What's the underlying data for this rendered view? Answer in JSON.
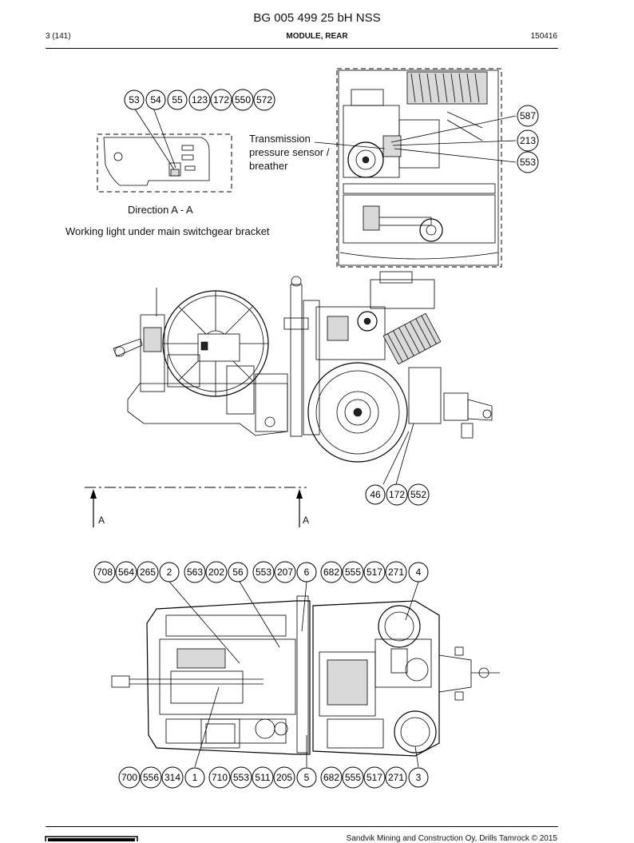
{
  "header": {
    "doc_title": "BG 005 499 25 bH NSS",
    "page": "3 (141)",
    "section": "MODULE, REAR",
    "date_code": "150416"
  },
  "captions": {
    "direction": "Direction A - A",
    "working_light": "Working light under main switchgear bracket",
    "transmission": [
      "Transmission",
      "pressure sensor /",
      "breather"
    ]
  },
  "section_markers": {
    "left": "A",
    "right": "A"
  },
  "callouts": {
    "working_light": [
      "53",
      "54",
      "55",
      "123",
      "172",
      "550",
      "572"
    ],
    "transmission_right": [
      "587",
      "213",
      "553"
    ],
    "side_wheel": [
      "46",
      "172",
      "552"
    ],
    "top_view_upper": [
      "708",
      "564",
      "265",
      "2",
      "563",
      "202",
      "56",
      "553",
      "207",
      "6",
      "682",
      "555",
      "517",
      "271",
      "4"
    ],
    "top_view_lower": [
      "700",
      "556",
      "314",
      "1",
      "710",
      "553",
      "511",
      "205",
      "5",
      "682",
      "555",
      "517",
      "271",
      "3"
    ]
  },
  "footer": {
    "text": "Sandvik Mining and Construction Oy, Drills Tamrock © 2015"
  }
}
